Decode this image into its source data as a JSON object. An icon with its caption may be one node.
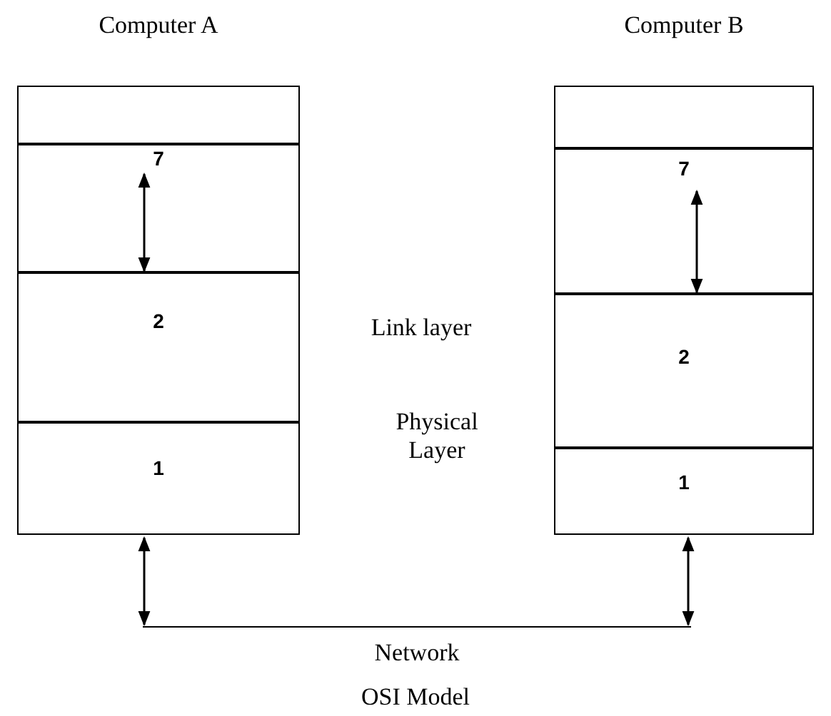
{
  "diagram": {
    "caption": "OSI Model",
    "nodes": [
      {
        "text": [
          "Computer A"
        ]
      },
      {
        "text": [],
        "shape": "box",
        "in": 0
      },
      {
        "text": [
          "7"
        ],
        "in": 0
      },
      {
        "text": [
          "2"
        ],
        "in": 0
      },
      {
        "text": [
          "1"
        ],
        "in": 0
      },
      {
        "text": [
          "Computer B"
        ]
      },
      {
        "text": [],
        "shape": "box",
        "in": 5
      },
      {
        "text": [
          "7"
        ],
        "in": 5
      },
      {
        "text": [
          "2"
        ],
        "in": 5
      },
      {
        "text": [
          "1"
        ],
        "in": 5
      },
      {
        "text": [
          "Network"
        ]
      }
    ],
    "edges": [
      {
        "from": 2,
        "to": 3,
        "arrow": "both"
      },
      {
        "from": 7,
        "to": 8,
        "arrow": "both"
      },
      {
        "from": 0,
        "to": 10,
        "arrow": "both"
      },
      {
        "from": 5,
        "to": 10,
        "arrow": "both"
      }
    ],
    "labels": [
      "Link layer",
      "Physical Layer"
    ]
  }
}
